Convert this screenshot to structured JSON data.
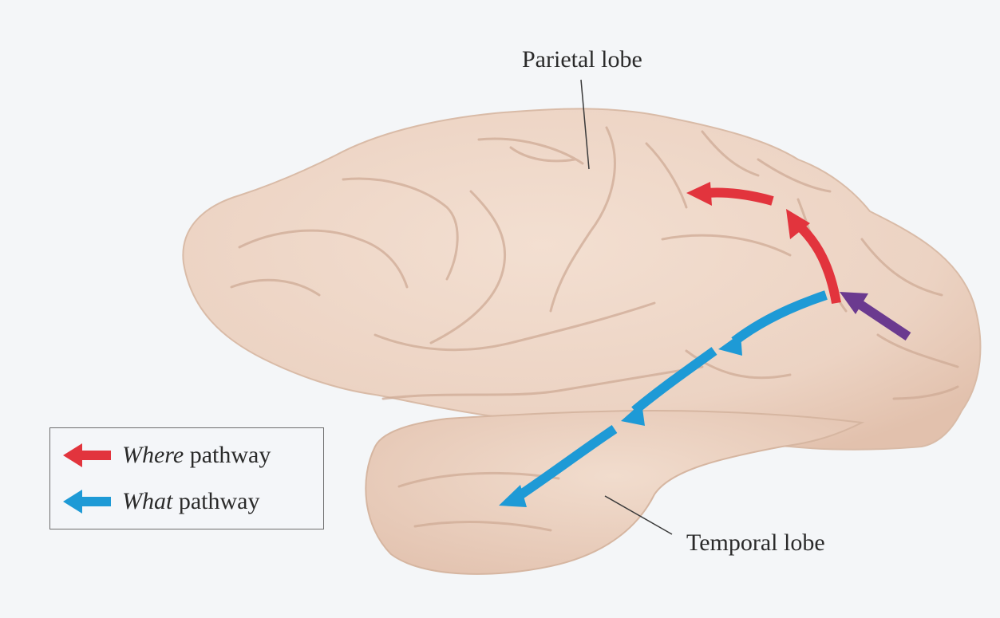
{
  "labels": {
    "parietal": "Parietal lobe",
    "temporal": "Temporal lobe"
  },
  "legend": {
    "where": {
      "italic": "Where",
      "rest": " pathway",
      "color": "#e2343d"
    },
    "what": {
      "italic": "What",
      "rest": " pathway",
      "color": "#1e9ad6"
    }
  },
  "colors": {
    "brain_fill": "#ecd3c3",
    "brain_outline": "#d8b9a6",
    "sulcus": "#cfab96",
    "visual_input": "#6b3a8f",
    "background": "#f4f6f8"
  }
}
